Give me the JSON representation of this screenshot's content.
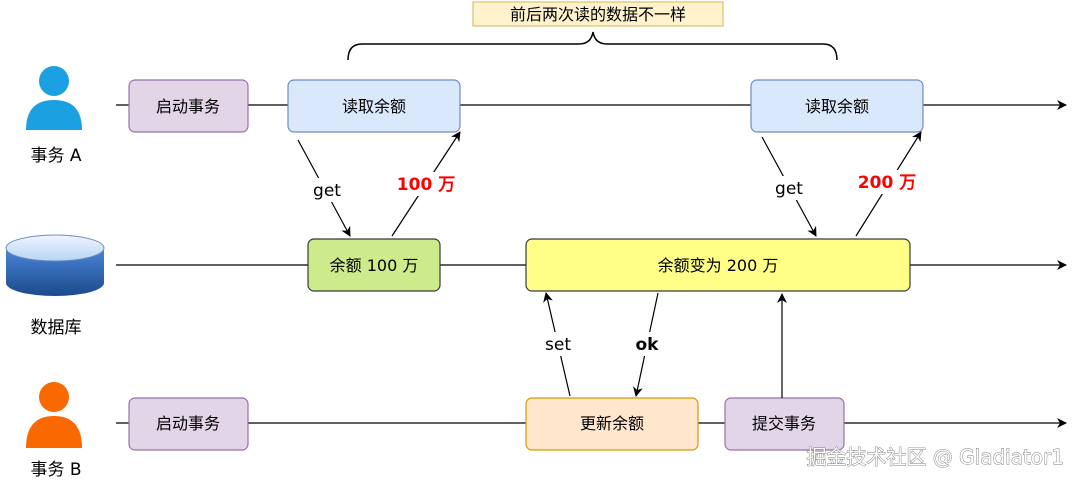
{
  "title_note": "前后两次读的数据不一样",
  "actors": {
    "tx_a": "事务 A",
    "database": "数据库",
    "tx_b": "事务 B"
  },
  "tx_a_boxes": {
    "start": "启动事务",
    "read1": "读取余额",
    "read2": "读取余额"
  },
  "db_boxes": {
    "balance1": "余额 100 万",
    "balance2": "余额变为 200 万"
  },
  "tx_b_boxes": {
    "start": "启动事务",
    "update": "更新余额",
    "commit": "提交事务"
  },
  "arrow_labels": {
    "get1": "get",
    "result1": "100 万",
    "get2": "get",
    "result2": "200 万",
    "set": "set",
    "ok": "ok"
  },
  "watermark": "掘金技术社区 @ Gladiator1",
  "colors": {
    "purple_fill": "#e1d5e7",
    "purple_stroke": "#9673a6",
    "blue_fill": "#dae8fc",
    "blue_stroke": "#6c8ebf",
    "green_fill": "#d5e8d4",
    "green_darker_fill": "#cdeb8b",
    "green_stroke": "#82b366",
    "yellow_fill": "#ffff88",
    "yellow_stroke": "#36393d",
    "orange_fill": "#ffe6cc",
    "orange_stroke": "#d79b00",
    "note_fill": "#fff2cc",
    "note_stroke": "#d6b656",
    "red_text": "#ff0000",
    "person_a": "#1ba1e2",
    "person_b": "#fa6800",
    "db_top": "#dae8fc",
    "db_body": "#2a5fa8"
  },
  "icons": {
    "tx_a_icon": "person-icon",
    "db_icon": "database-icon",
    "tx_b_icon": "person-icon"
  }
}
